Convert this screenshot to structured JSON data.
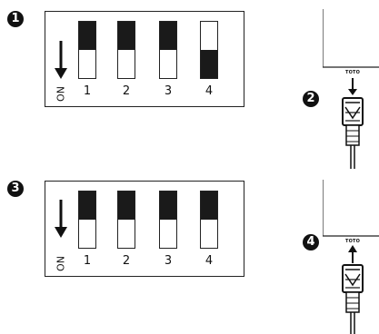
{
  "steps": [
    "1",
    "2",
    "3",
    "4"
  ],
  "dip_panels": [
    {
      "on_label": "ON",
      "switches": [
        {
          "label": "1",
          "position": "up"
        },
        {
          "label": "2",
          "position": "up"
        },
        {
          "label": "3",
          "position": "up"
        },
        {
          "label": "4",
          "position": "down"
        }
      ]
    },
    {
      "on_label": "ON",
      "switches": [
        {
          "label": "1",
          "position": "up"
        },
        {
          "label": "2",
          "position": "up"
        },
        {
          "label": "3",
          "position": "up"
        },
        {
          "label": "4",
          "position": "up"
        }
      ]
    }
  ],
  "connectors": [
    {
      "brand": "TOTO",
      "action": "unplug"
    },
    {
      "brand": "TOTO",
      "action": "plug-in"
    }
  ]
}
